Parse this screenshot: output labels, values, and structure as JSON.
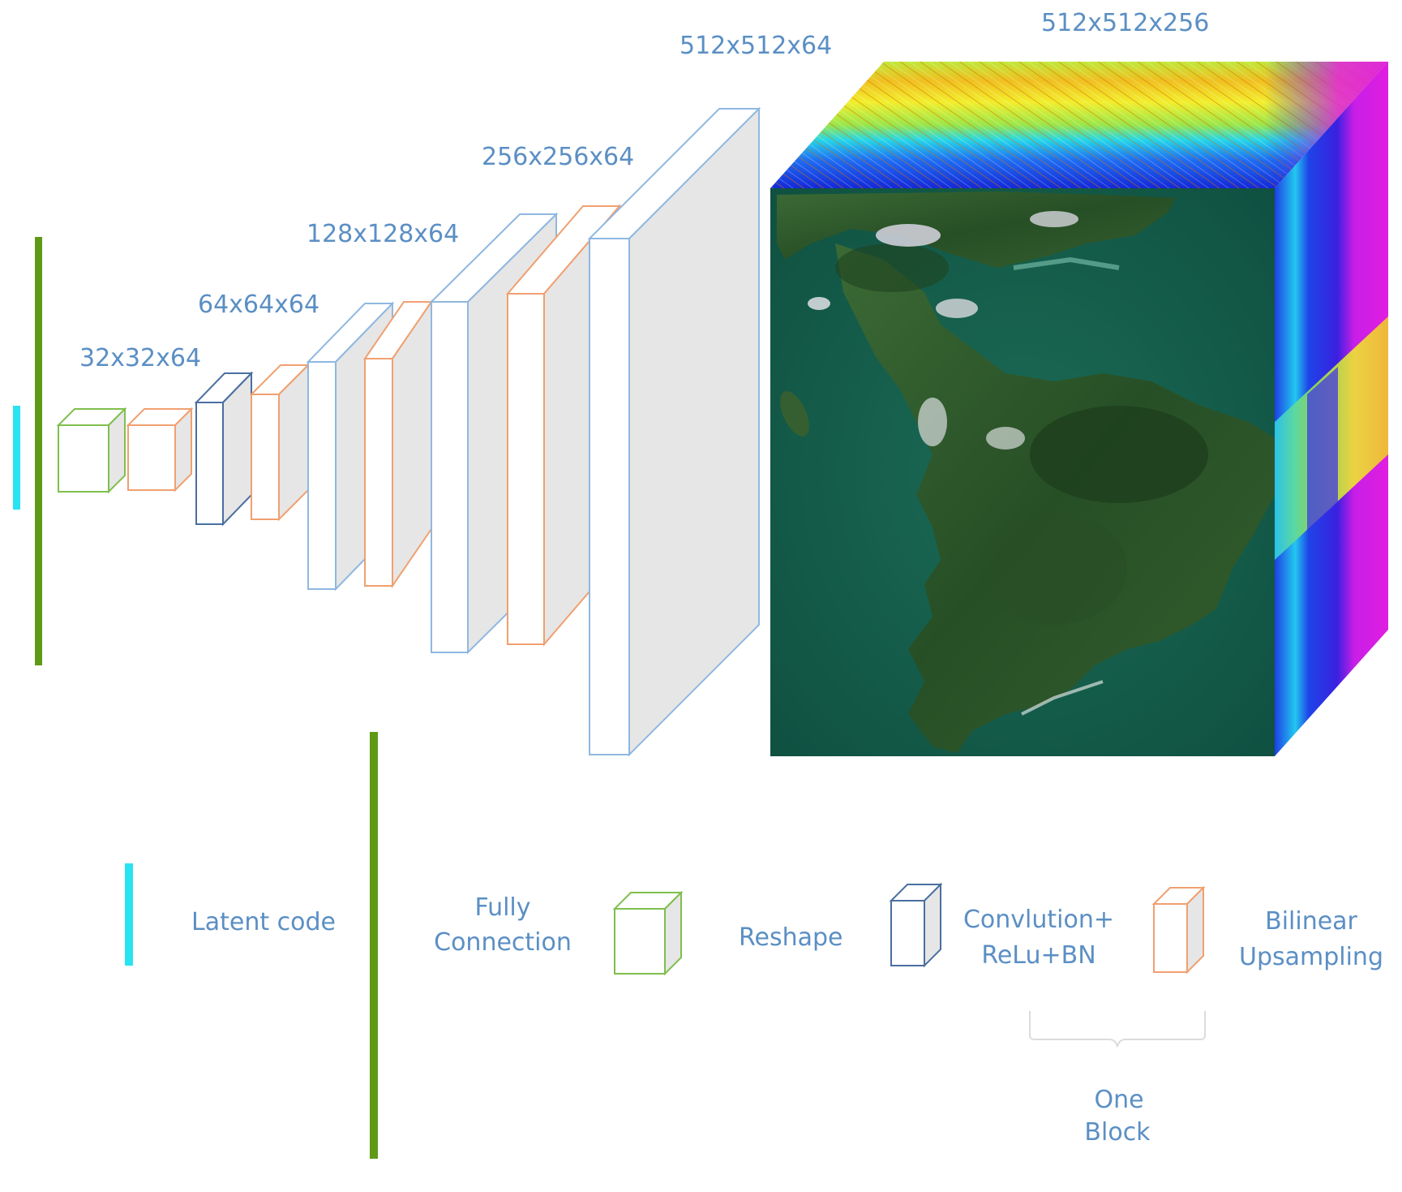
{
  "layers": [
    {
      "label": "32x32x64"
    },
    {
      "label": "64x64x64"
    },
    {
      "label": "128x128x64"
    },
    {
      "label": "256x256x64"
    },
    {
      "label": "512x512x64"
    },
    {
      "label": "512x512x256"
    }
  ],
  "legend": {
    "latent_code": "Latent code",
    "fully_connection_line1": "Fully",
    "fully_connection_line2": "Connection",
    "reshape": "Reshape",
    "conv_line1": "Convlution+",
    "conv_line2": "ReLu+BN",
    "bilinear_line1": "Bilinear",
    "bilinear_line2": "Upsampling",
    "one_block_line1": "One",
    "one_block_line2": "Block"
  },
  "colors": {
    "latent": "#29e3f2",
    "bar": "#5e9a16",
    "fully_connection": "#7fbf4d",
    "reshape_upsampling": "#f0a070",
    "convolution": "#4a6fa0",
    "plain_block": "#8fb8e0",
    "label_text": "#5b8fc4"
  }
}
